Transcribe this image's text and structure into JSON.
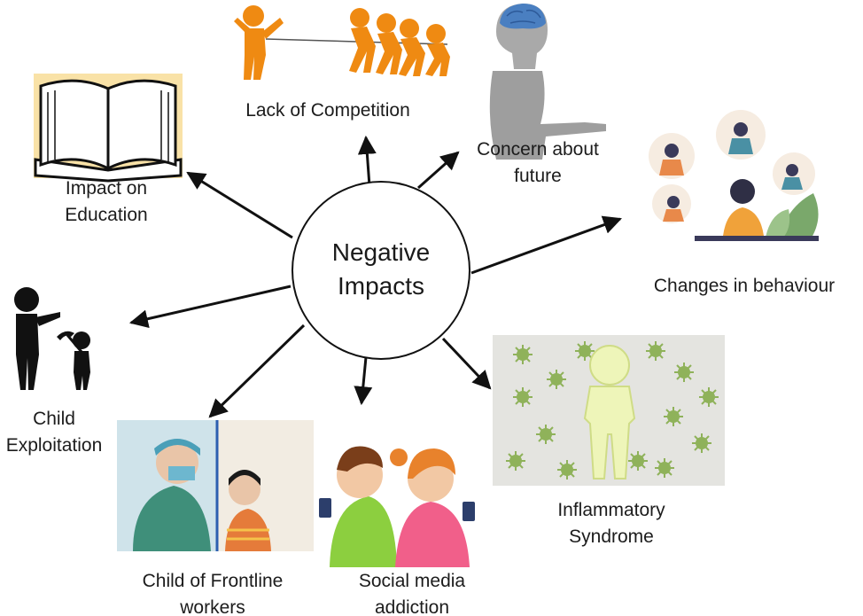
{
  "center": {
    "line1": "Negative",
    "line2": "Impacts"
  },
  "nodes": {
    "education": {
      "line1": "Impact on",
      "line2": "Education",
      "icon": "open-book-icon"
    },
    "competition": {
      "line1": "Lack of Competition",
      "icon": "tug-of-war-icon"
    },
    "future": {
      "line1": "Concern about",
      "line2": "future",
      "icon": "thinking-person-brain-icon"
    },
    "behaviour": {
      "line1": "Changes in behaviour",
      "icon": "emotions-woman-icon"
    },
    "exploitation": {
      "line1": "Child",
      "line2": "Exploitation",
      "icon": "child-labour-icon"
    },
    "frontline": {
      "line1": "Child of Frontline",
      "line2": "workers",
      "icon": "doctor-child-glass-icon"
    },
    "social": {
      "line1": "Social media",
      "line2": "addiction",
      "icon": "kids-phones-icon"
    },
    "inflammatory": {
      "line1": "Inflammatory",
      "line2": "Syndrome",
      "icon": "child-virus-icon"
    }
  },
  "colors": {
    "arrow": "#111111",
    "orange_figure": "#ef8a12",
    "brain": "#4a7fc1",
    "grey_figure": "#9e9e9e",
    "virus_bg": "#e4e4e0",
    "virus": "#8fb25a",
    "child_glow": "#eef5b9",
    "book_bg": "#f9e2a7"
  }
}
